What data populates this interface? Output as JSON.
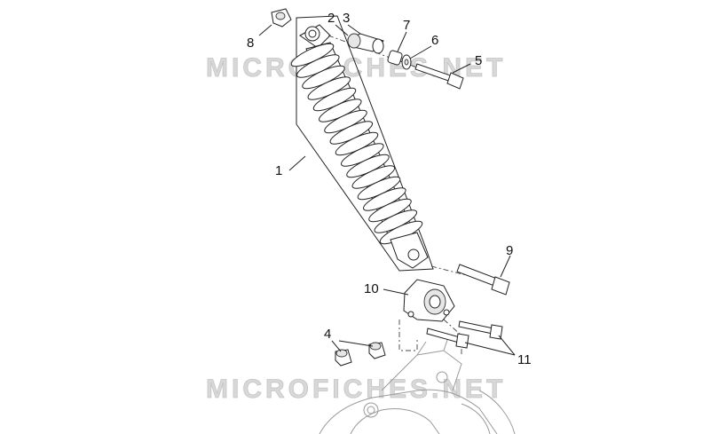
{
  "watermark": "MICROFICHES.NET",
  "callouts": [
    {
      "id": "c1",
      "label": "1"
    },
    {
      "id": "c2",
      "label": "2"
    },
    {
      "id": "c3",
      "label": "3"
    },
    {
      "id": "c4",
      "label": "4"
    },
    {
      "id": "c5",
      "label": "5"
    },
    {
      "id": "c6",
      "label": "6"
    },
    {
      "id": "c7",
      "label": "7"
    },
    {
      "id": "c8",
      "label": "8"
    },
    {
      "id": "c9",
      "label": "9"
    },
    {
      "id": "c10",
      "label": "10"
    },
    {
      "id": "c11",
      "label": "11"
    }
  ]
}
